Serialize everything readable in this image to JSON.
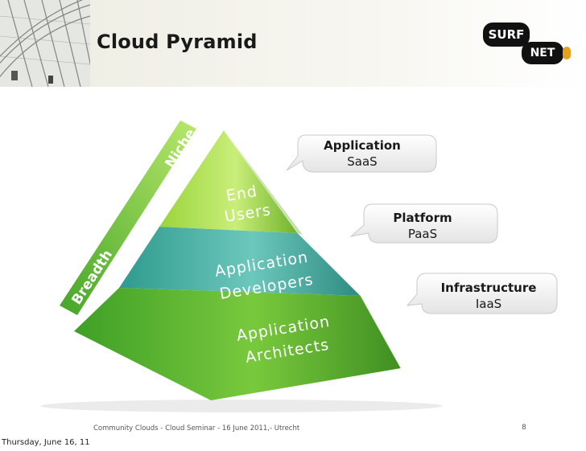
{
  "slide": {
    "title": "Cloud Pyramid",
    "footer": "Community Clouds - Cloud Seminar - 16 June 2011,- Utrecht",
    "page_number": "8",
    "date_stamp": "Thursday, June 16, 11"
  },
  "logo": {
    "line1": "SURF",
    "line2": "NET"
  },
  "pyramid": {
    "layers": [
      {
        "line1": "End",
        "line2": "Users"
      },
      {
        "line1": "Application",
        "line2": "Developers"
      },
      {
        "line1": "Application",
        "line2": "Architects"
      }
    ],
    "axis": {
      "top_label": "Niche",
      "bottom_label": "Breadth"
    }
  },
  "bubbles": [
    {
      "title": "Application",
      "subtitle": "SaaS"
    },
    {
      "title": "Platform",
      "subtitle": "PaaS"
    },
    {
      "title": "Infrastructure",
      "subtitle": "IaaS"
    }
  ]
}
